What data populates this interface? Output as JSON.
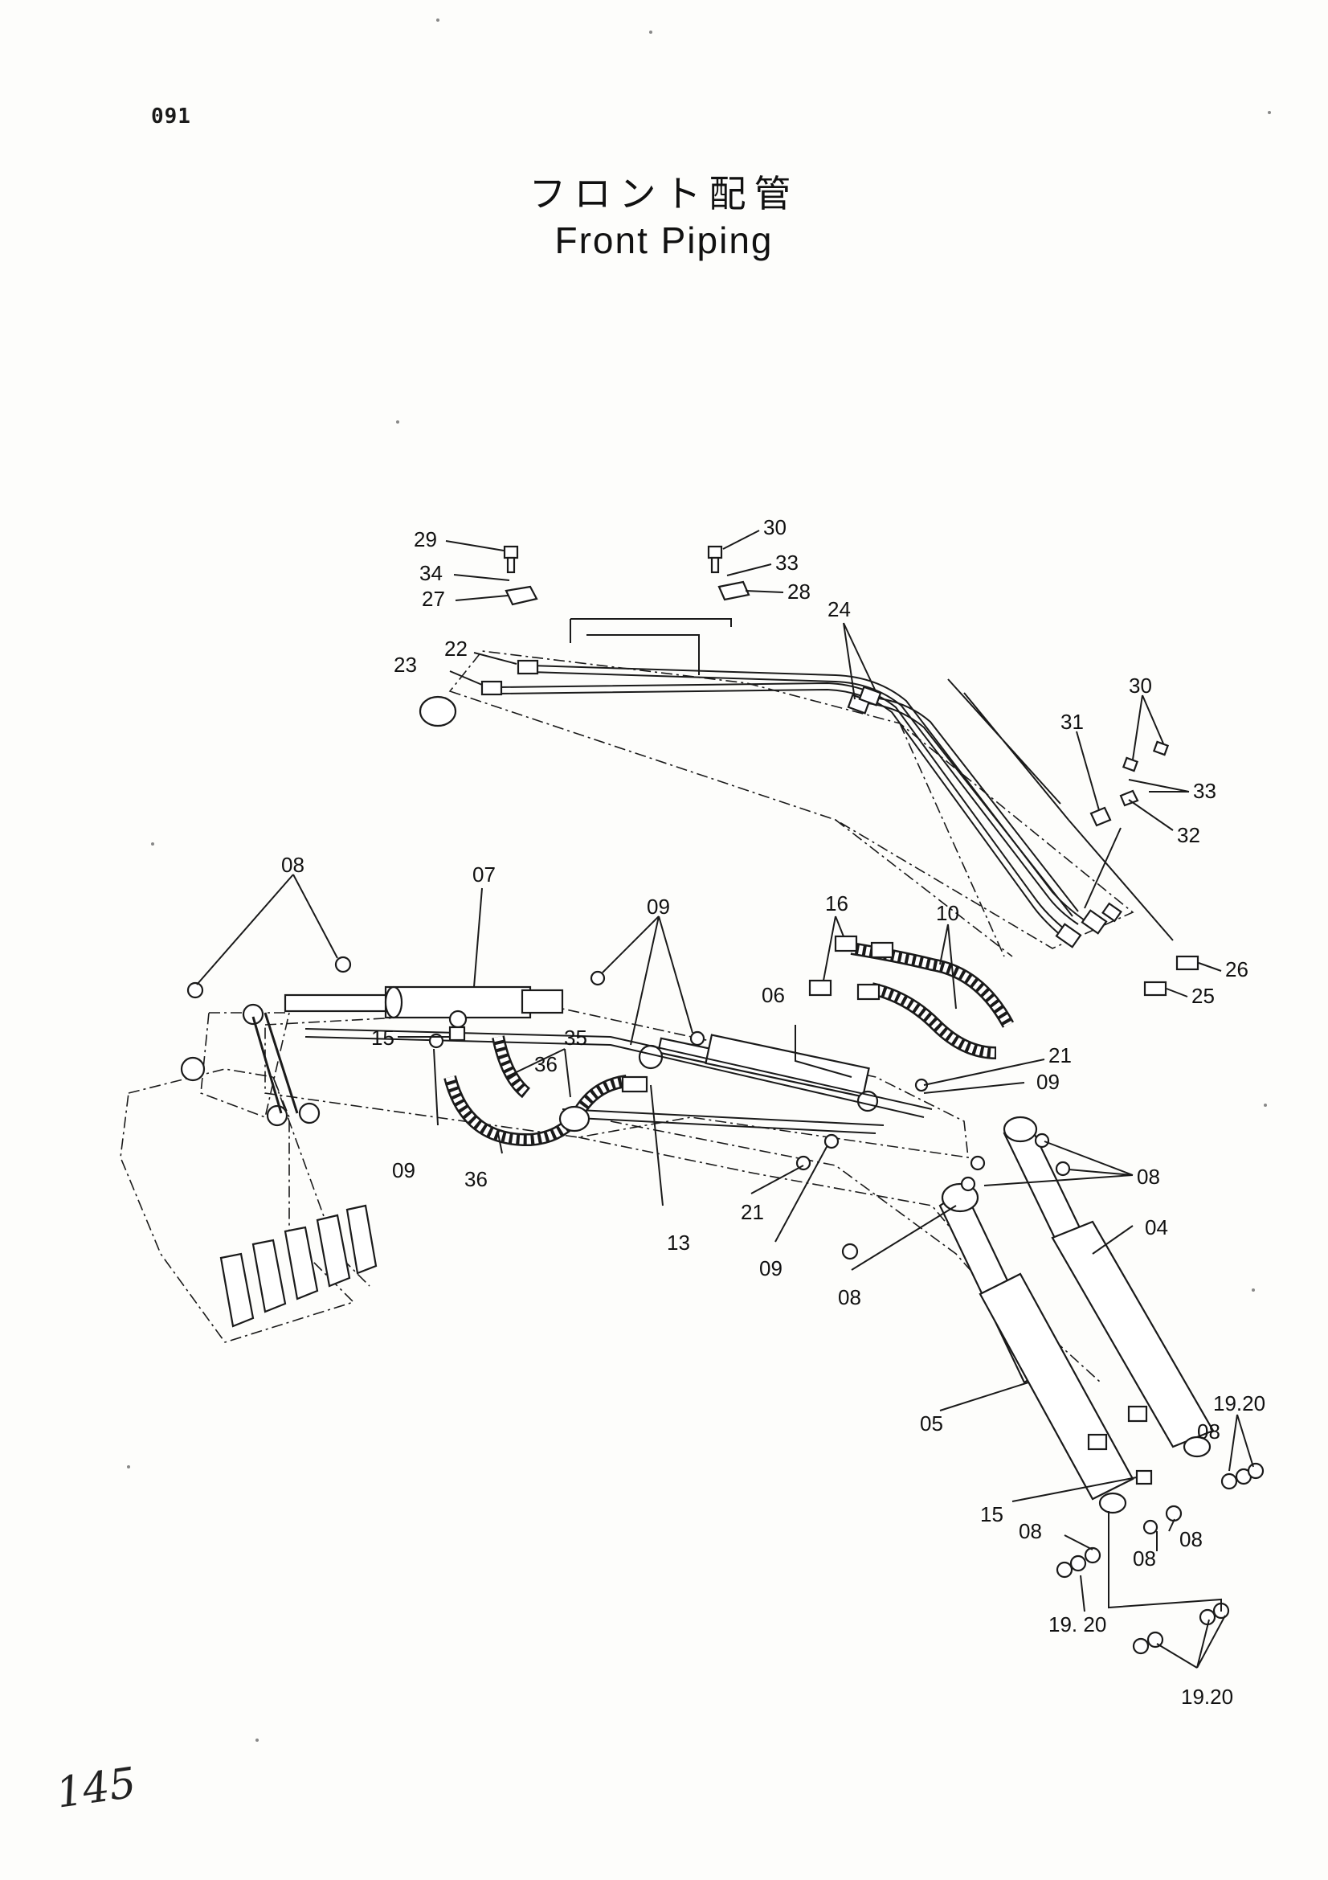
{
  "page_code": "091",
  "title_jp": "フロント配管",
  "title_en": "Front Piping",
  "handwritten_note": "145",
  "part_labels": {
    "p29": "29",
    "p34": "34",
    "p27": "27",
    "p22": "22",
    "p23": "23",
    "p30a": "30",
    "p33a": "33",
    "p28": "28",
    "p24": "24",
    "p30b": "30",
    "p33b": "33",
    "p31": "31",
    "p32": "32",
    "p26": "26",
    "p25": "25",
    "p08a": "08",
    "p07": "07",
    "p09a": "09",
    "p16": "16",
    "p10": "10",
    "p15a": "15",
    "p35": "35",
    "p36a": "36",
    "p06": "06",
    "p21a": "21",
    "p09b": "09",
    "p09c": "09",
    "p36b": "36",
    "p13": "13",
    "p21b": "21",
    "p09d": "09",
    "p08b": "08",
    "p04": "04",
    "p08c": "08",
    "p05": "05",
    "p1920a": "19.20",
    "p08d": "08",
    "p15b": "15",
    "p08e": "08",
    "p08f": "08",
    "p08g": "08",
    "p1920b": "19. 20",
    "p1920c": "19.20"
  }
}
